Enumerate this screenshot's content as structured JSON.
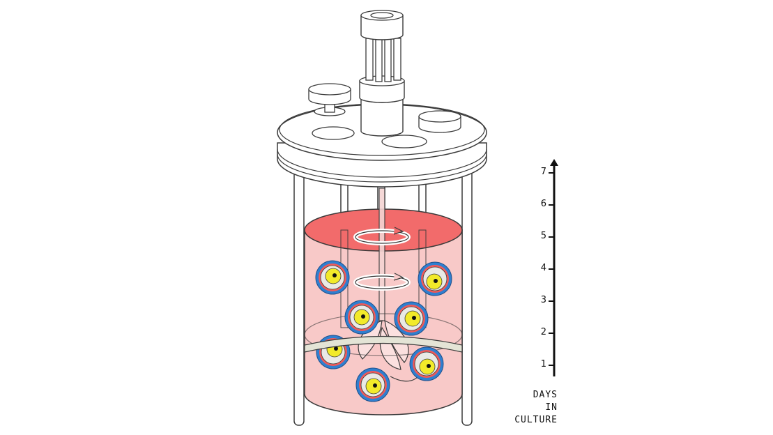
{
  "axis": {
    "ticks": [
      "1",
      "2",
      "3",
      "4",
      "5",
      "6",
      "7"
    ],
    "label_lines": [
      "DAYS",
      "IN",
      "CULTURE"
    ]
  },
  "colors": {
    "medium_fill": "#f8c9c8",
    "medium_top": "#f26b6b",
    "outline": "#3a3a3a",
    "carrier_blue": "#2f7fd0",
    "carrier_red": "#f05a5a",
    "carrier_yellow": "#f2ea2a",
    "stirrer_band": "#e4e4d6"
  }
}
